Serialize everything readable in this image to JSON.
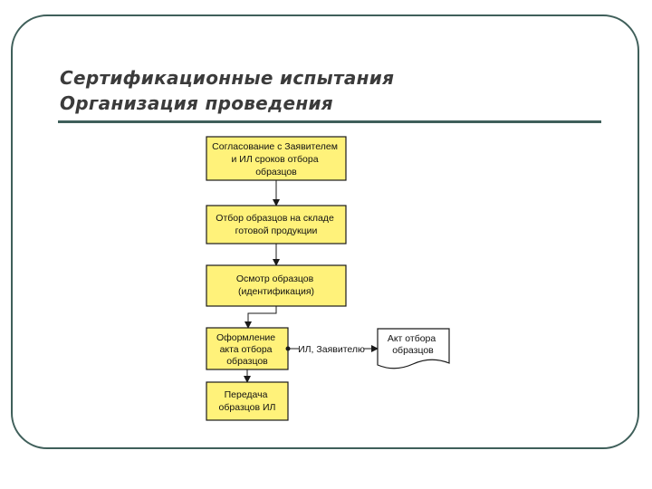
{
  "title": {
    "line1": "Сертификационные испытания",
    "line2": "Организация проведения"
  },
  "colors": {
    "frame": "#3f5f5a",
    "box_fill": "#fff27a",
    "document_fill": "#ffffff",
    "stroke": "#1a1a1a"
  },
  "diagram": {
    "steps": [
      {
        "lines": [
          "Согласование с Заявителем",
          "и ИЛ сроков отбора",
          "образцов"
        ]
      },
      {
        "lines": [
          "Отбор образцов на складе",
          "готовой продукции"
        ]
      },
      {
        "lines": [
          "Осмотр образцов",
          "(идентификация)"
        ]
      },
      {
        "lines": [
          "Оформление",
          "акта отбора",
          "образцов"
        ]
      },
      {
        "lines": [
          "Передача",
          "образцов ИЛ"
        ]
      }
    ],
    "side_label": "ИЛ, Заявителю",
    "document": {
      "lines": [
        "Акт отбора",
        "образцов"
      ]
    }
  }
}
